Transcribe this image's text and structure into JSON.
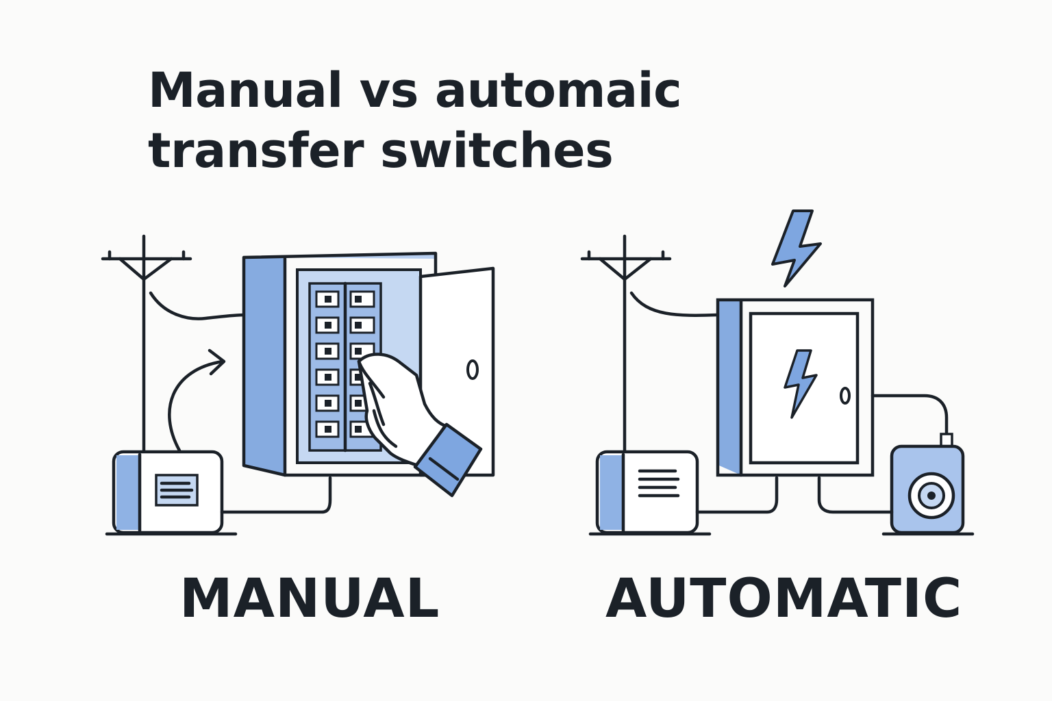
{
  "title": {
    "line1": "Manual vs automaic",
    "line2": "transfer switches"
  },
  "panels": {
    "manual": {
      "label": "MANUAL"
    },
    "automatic": {
      "label": "AUTOMATIC"
    }
  },
  "colors": {
    "ink": "#1b2128",
    "blue": "#7ea6e0",
    "light_blue": "#c5d8f2",
    "background": "#fbfbfa"
  }
}
